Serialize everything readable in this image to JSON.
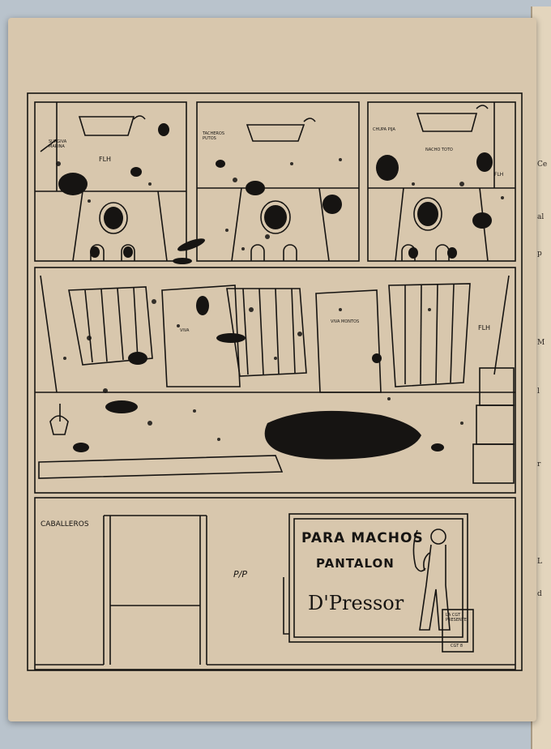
{
  "restroom_sign": "CABALLEROS",
  "poster": {
    "line1": "PARA MACHOS",
    "line2": "PANTALON",
    "brand": "D'Pressor",
    "notice_title": "LA CGT PRESENTE",
    "notice_footer": "CGT 8"
  },
  "artist_signature": "P/P",
  "panels": {
    "p1": {
      "graffiti_a": "SURGIVA MARINA",
      "graffiti_b": "FLH"
    },
    "p2": {
      "graffiti_a": "TACHEROS PUTOS"
    },
    "p3": {
      "graffiti_a": "CHUPA PIJA",
      "graffiti_b": "NACHO TOTO",
      "graffiti_c": "FLH"
    },
    "p4": {
      "graffiti_a": "VIVA",
      "graffiti_b": "VIVA MONTOS",
      "graffiti_c": "FLH"
    }
  },
  "colors": {
    "paper": "#d8c7ad",
    "ink": "#161412",
    "background": "#b9c3cc"
  }
}
